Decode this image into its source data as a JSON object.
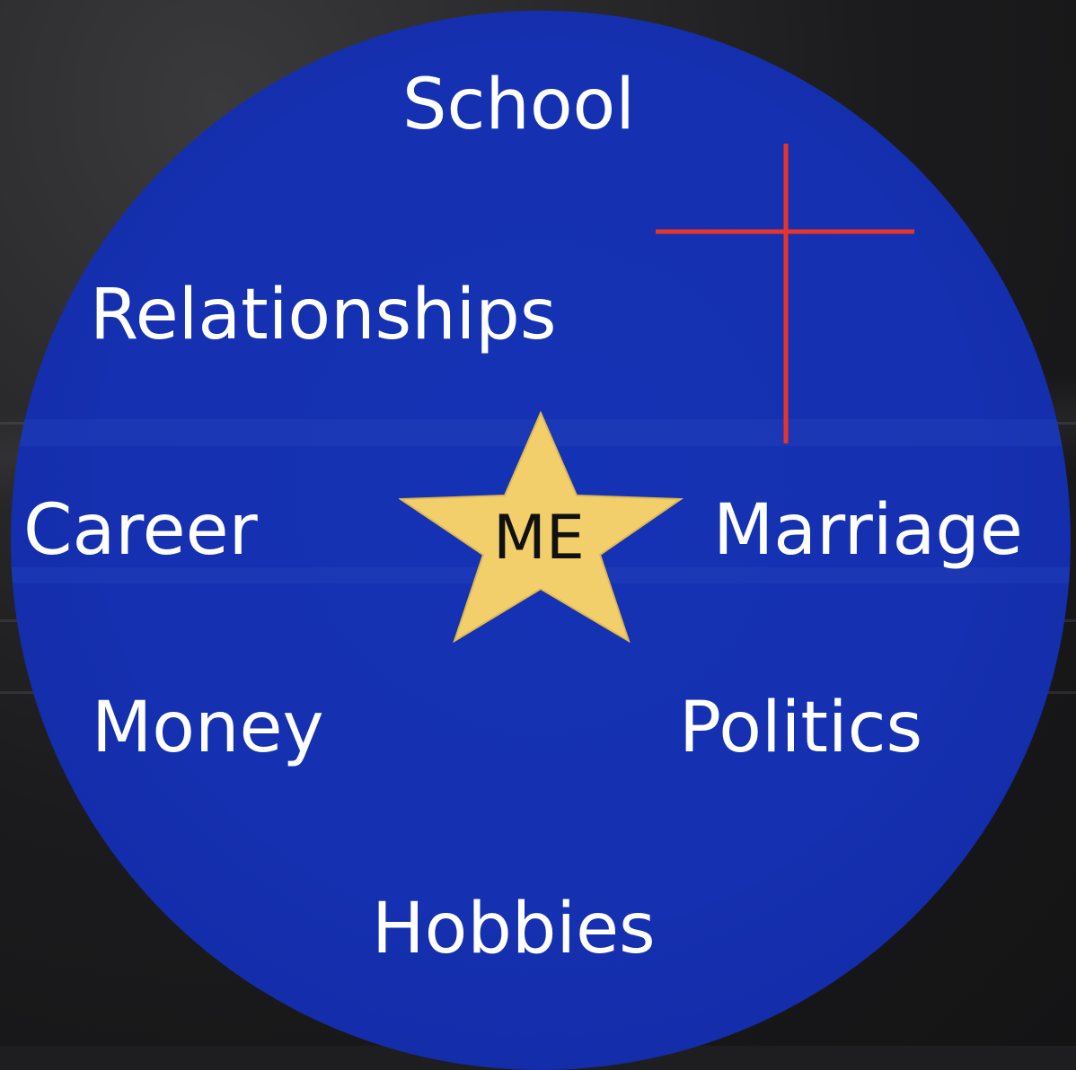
{
  "diagram": {
    "center": {
      "label": "ME",
      "icon": "star-icon",
      "color": "#f2cf6b"
    },
    "circle_color": "#1530b0",
    "topics": {
      "school": "School",
      "relationships": "Relationships",
      "career": "Career",
      "marriage": "Marriage",
      "money": "Money",
      "politics": "Politics",
      "hobbies": "Hobbies"
    },
    "cross": {
      "icon": "cross-icon",
      "color": "#e8352b"
    }
  }
}
